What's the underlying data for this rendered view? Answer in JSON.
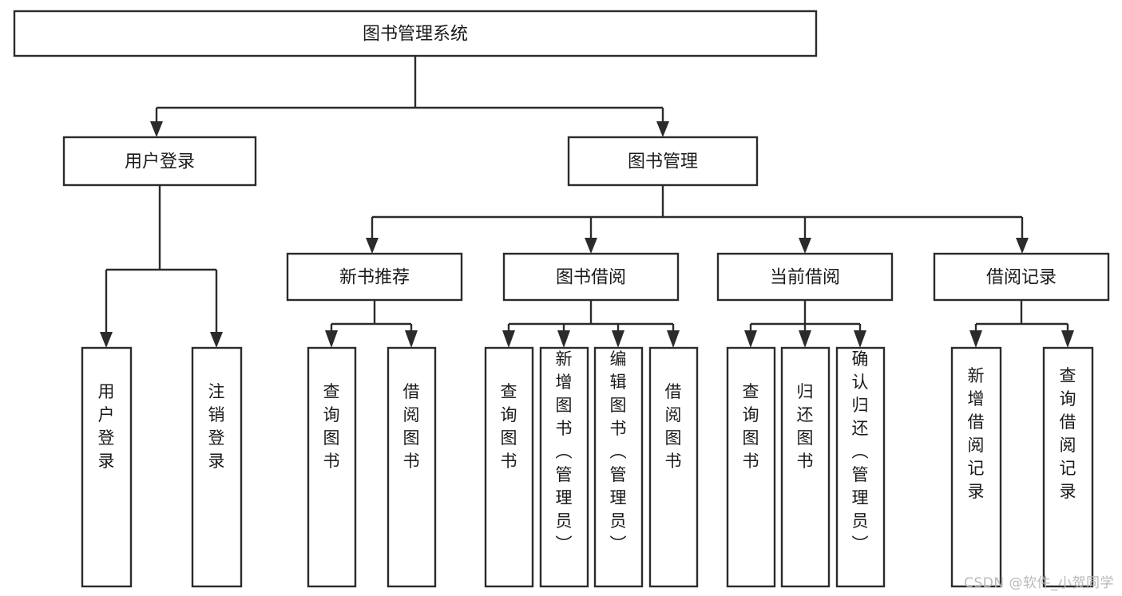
{
  "diagram": {
    "title": "图书管理系统",
    "type": "hierarchy-tree",
    "watermark": "CSDN @软件_小贺同学",
    "colors": {
      "background": "#ffffff",
      "stroke": "#2b2b2b",
      "node_fill": "#ffffff",
      "text": "#1a1a1a",
      "watermark": "#b8b8b8"
    }
  },
  "nodes": {
    "root": {
      "label": "图书管理系统",
      "level": 0
    },
    "l1": [
      {
        "id": "user_login",
        "label": "用户登录",
        "level": 1
      },
      {
        "id": "book_mgmt",
        "label": "图书管理",
        "level": 1
      }
    ],
    "l2": [
      {
        "id": "new_book_rec",
        "label": "新书推荐",
        "level": 2,
        "parent": "book_mgmt"
      },
      {
        "id": "book_borrow",
        "label": "图书借阅",
        "level": 2,
        "parent": "book_mgmt"
      },
      {
        "id": "current_borrow",
        "label": "当前借阅",
        "level": 2,
        "parent": "book_mgmt"
      },
      {
        "id": "borrow_record",
        "label": "借阅记录",
        "level": 2,
        "parent": "book_mgmt"
      }
    ],
    "leaves": [
      {
        "id": "leaf_user_login",
        "label": "用户登录",
        "parent": "user_login"
      },
      {
        "id": "leaf_logout",
        "label": "注销登录",
        "parent": "user_login"
      },
      {
        "id": "leaf_query_books_1",
        "label": "查询图书",
        "parent": "new_book_rec"
      },
      {
        "id": "leaf_borrow_books_1",
        "label": "借阅图书",
        "parent": "new_book_rec"
      },
      {
        "id": "leaf_query_books_2",
        "label": "查询图书",
        "parent": "book_borrow"
      },
      {
        "id": "leaf_add_book",
        "label": "新增图书（管理员）",
        "parent": "book_borrow"
      },
      {
        "id": "leaf_edit_book",
        "label": "编辑图书（管理员）",
        "parent": "book_borrow"
      },
      {
        "id": "leaf_borrow_books_2",
        "label": "借阅图书",
        "parent": "book_borrow"
      },
      {
        "id": "leaf_query_books_3",
        "label": "查询图书",
        "parent": "current_borrow"
      },
      {
        "id": "leaf_return_book",
        "label": "归还图书",
        "parent": "current_borrow"
      },
      {
        "id": "leaf_confirm_return",
        "label": "确认归还（管理员）",
        "parent": "current_borrow"
      },
      {
        "id": "leaf_add_record",
        "label": "新增借阅记录",
        "parent": "borrow_record"
      },
      {
        "id": "leaf_query_record",
        "label": "查询借阅记录",
        "parent": "borrow_record"
      }
    ]
  }
}
